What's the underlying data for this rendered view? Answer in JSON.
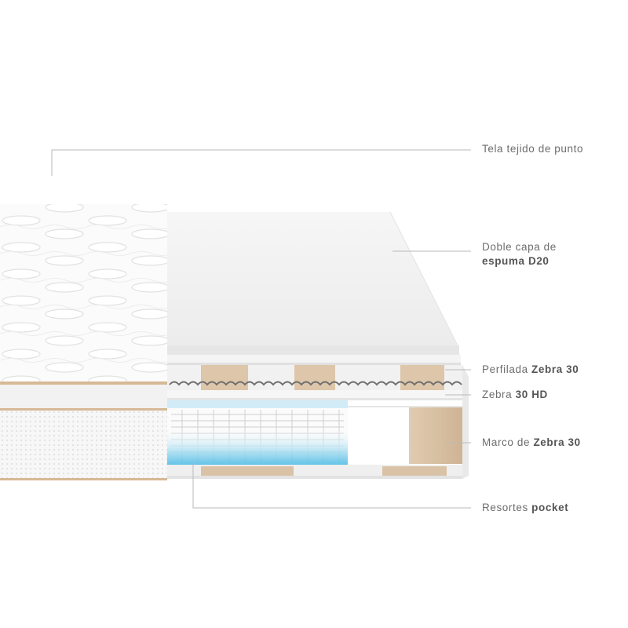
{
  "labels": [
    {
      "name": "tela-tejido-de-punto",
      "parts": [
        {
          "text": "Tela tejido de punto",
          "bold": false
        }
      ]
    },
    {
      "name": "doble-capa-espuma-d20",
      "parts": [
        {
          "text": "Doble capa de",
          "bold": false
        },
        {
          "text": "espuma D20",
          "bold": true,
          "newline": true
        }
      ]
    },
    {
      "name": "perfilada-zebra-30",
      "parts": [
        {
          "text": "Perfilada ",
          "bold": false
        },
        {
          "text": "Zebra 30",
          "bold": true
        }
      ]
    },
    {
      "name": "zebra-30-hd",
      "parts": [
        {
          "text": "Zebra ",
          "bold": false
        },
        {
          "text": "30 HD",
          "bold": true
        }
      ]
    },
    {
      "name": "marco-de-zebra-30",
      "parts": [
        {
          "text": "Marco de ",
          "bold": false
        },
        {
          "text": "Zebra 30",
          "bold": true
        }
      ]
    },
    {
      "name": "resortes-pocket",
      "parts": [
        {
          "text": "Resortes ",
          "bold": false
        },
        {
          "text": "pocket",
          "bold": true
        }
      ]
    }
  ],
  "colors": {
    "text": "#6d6d6d",
    "leader_line": "#b9b9b9",
    "foam_white": "#f3f3f3",
    "zebra_tan": "#d9c2a5",
    "hd_blue": "#c9e6f2",
    "spring_blue": "#5cc4e8",
    "fabric": "#fafafa"
  }
}
